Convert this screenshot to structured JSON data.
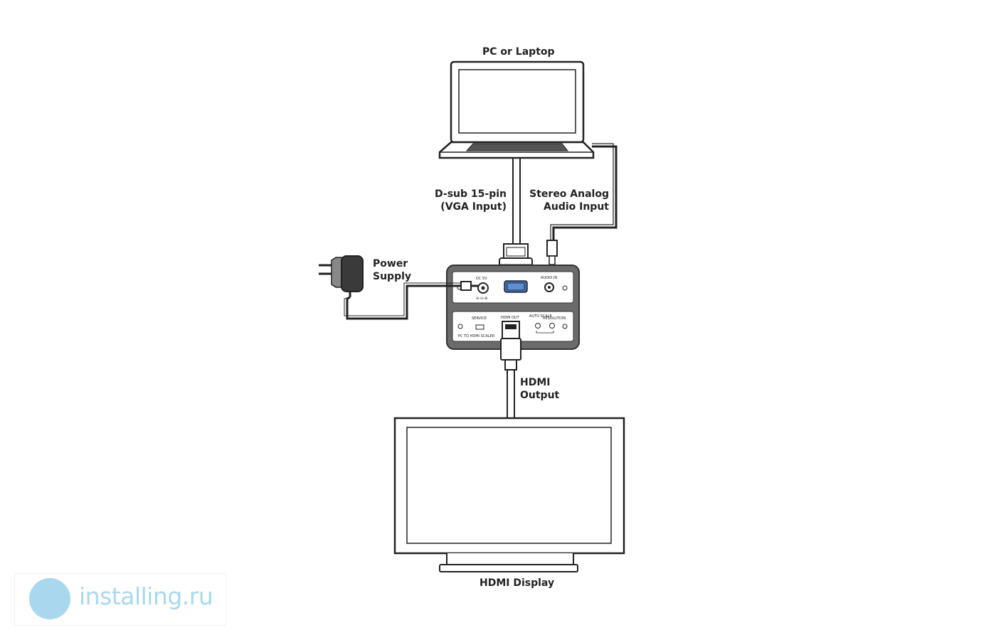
{
  "labels": {
    "pc": "PC or Laptop",
    "vga_line1": "D-sub 15-pin",
    "vga_line2": "(VGA Input)",
    "audio_line1": "Stereo Analog",
    "audio_line2": "Audio Input",
    "power_line1": "Power",
    "power_line2": "Supply",
    "hdmi_line1": "HDMI",
    "hdmi_line2": "Output",
    "display": "HDMI Display"
  },
  "device": {
    "front_labels": {
      "dc": "DC 5V",
      "audio_in": "AUDIO IN"
    },
    "rear_labels": {
      "service": "SERVICE",
      "hdmi_out": "HDMI OUT",
      "auto_scale": "AUTO SCALE",
      "resolution": "RESOLUTION",
      "model": "PC TO HDMI SCALER"
    }
  },
  "watermark": {
    "text": "installing.ru"
  },
  "colors": {
    "line": "#222222",
    "device_body": "#6b6b6b",
    "vga_port": "#3b6fb6",
    "watermark": "#a9d8ee"
  }
}
